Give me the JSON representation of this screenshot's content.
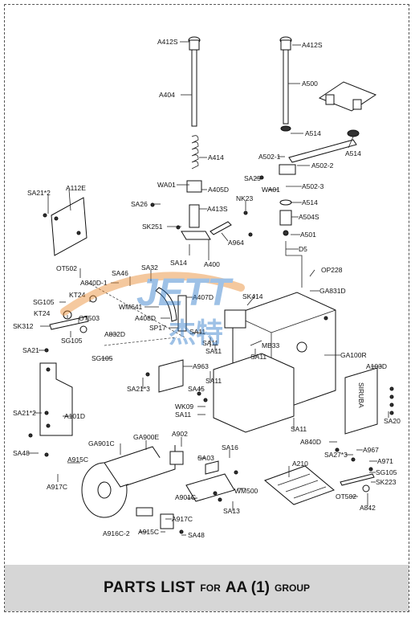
{
  "title": {
    "main": "PARTS LIST",
    "for": "FOR",
    "group": "AA (1)",
    "group_word": "GROUP"
  },
  "watermark": {
    "brand": "JETT",
    "sub": "杰特"
  },
  "housing_label": "SIRUBA",
  "callouts": [
    "A412S",
    "A412S",
    "A404",
    "A500",
    "A414",
    "A514",
    "A502-1",
    "A514",
    "A502-2",
    "A405D",
    "WA01",
    "SA25",
    "A502-3",
    "WA01",
    "SA21*2",
    "A112E",
    "SA26",
    "A413S",
    "NK23",
    "A514",
    "A504S",
    "SK251",
    "A964",
    "A501",
    "D5",
    "SA14",
    "A400",
    "OT502",
    "A840D-1",
    "SA46",
    "SA32",
    "OP228",
    "SG105",
    "KT24",
    "A407D",
    "SK414",
    "GA831D",
    "WM641",
    "KT24",
    "SK312",
    "OT503",
    "A408D",
    "SP17",
    "SA11",
    "MB33",
    "SG105",
    "A832D",
    "SA21",
    "SG105",
    "SA11",
    "SA11",
    "SA11",
    "GA100R",
    "A103D",
    "A963",
    "SA21*3",
    "SA11",
    "SA45",
    "SA21*2",
    "A101D",
    "WK09",
    "SA11",
    "SA11",
    "SA20",
    "A840D",
    "GA901C",
    "GA900E",
    "A902",
    "SA48",
    "SA16",
    "SA27*3",
    "A967",
    "A915C",
    "SA03",
    "A210",
    "A971",
    "SG105",
    "A917C",
    "A901C",
    "SA13",
    "WM500",
    "SK223",
    "OT502",
    "A842",
    "A917C",
    "A916C-2",
    "A915C",
    "SA48"
  ]
}
